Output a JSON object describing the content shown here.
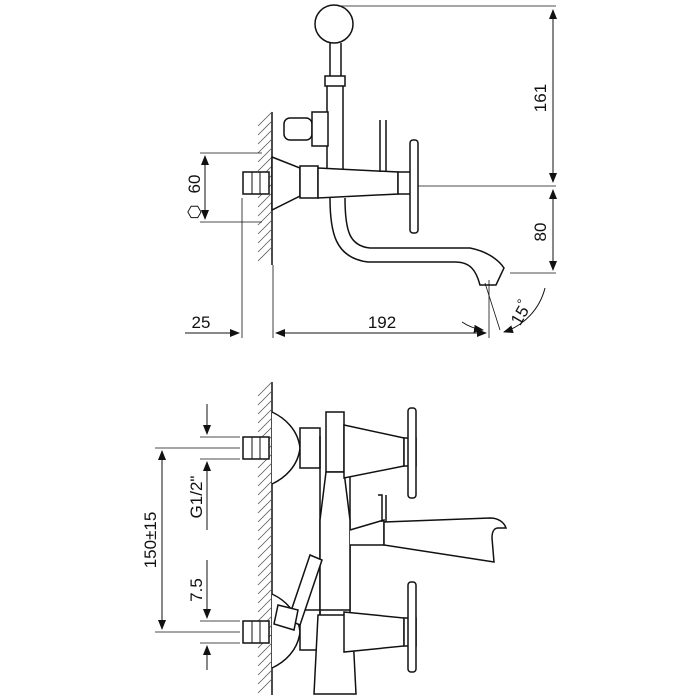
{
  "side_view": {
    "dimensions": {
      "total_height": "161",
      "spout_drop": "80",
      "wall_offset": "25",
      "spout_reach": "192",
      "hex_size": "60",
      "spout_angle": "15"
    },
    "symbols": {
      "hex": "⬡",
      "degree": "°"
    }
  },
  "front_view": {
    "dimensions": {
      "inlet_distance": "150±15",
      "thread": "G1/2\"",
      "eccentric_adjust": "7.5"
    }
  }
}
